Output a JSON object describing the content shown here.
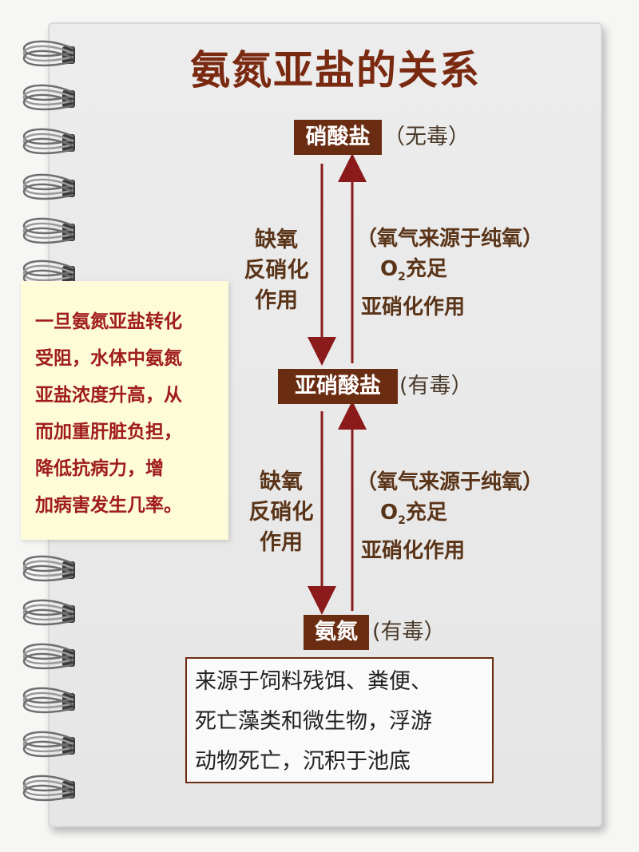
{
  "title": "氨氮亚盐的关系",
  "nodes": {
    "nitrate": {
      "label": "硝酸盐",
      "tag": "（无毒）"
    },
    "nitrite": {
      "label": "亚硝酸盐",
      "tag": "(有毒）"
    },
    "ammonia": {
      "label": "氨氮",
      "tag": "(有毒）"
    }
  },
  "upper_process": {
    "left": [
      "缺氧",
      "反硝化",
      "作用"
    ],
    "right_line1": "（氧气来源于纯氧）",
    "right_o2": "O",
    "right_o2_sub": "2",
    "right_o2_rest": "充足",
    "right_line3": "亚硝化作用"
  },
  "lower_process": {
    "left": [
      "缺氧",
      "反硝化",
      "作用"
    ],
    "right_line1": "（氧气来源于纯氧）",
    "right_o2": "O",
    "right_o2_sub": "2",
    "right_o2_rest": "充足",
    "right_line3": "亚硝化作用"
  },
  "note": {
    "lines": [
      "一旦氨氮亚盐转化",
      "受阻，水体中氨氮",
      "亚盐浓度升高，从",
      "而加重肝脏负担，",
      "降低抗病力，增",
      "加病害发生几率。"
    ]
  },
  "source": {
    "lines": [
      "来源于饲料残饵、粪便、",
      "死亡藻类和微生物，浮游",
      "动物死亡，沉积于池底"
    ]
  },
  "colors": {
    "accent": "#6b2d12",
    "arrow": "#8b1a1a",
    "note_text": "#a01c1c",
    "note_bg": "#fdfbd8"
  }
}
